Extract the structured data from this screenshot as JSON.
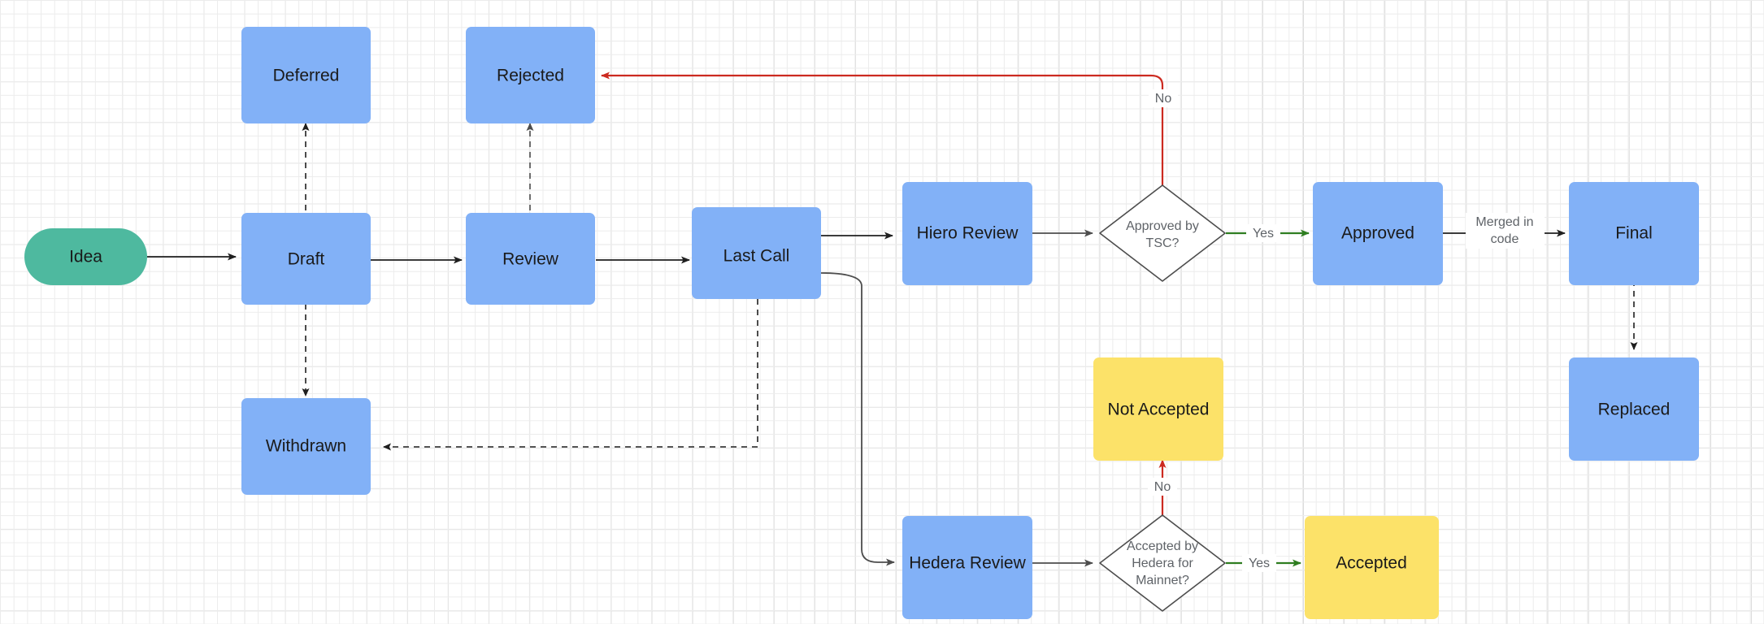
{
  "diagram": {
    "title": "HIP Process Flowchart",
    "background": {
      "grid_minor_color": "#ececec",
      "grid_major_color": "#dcdcdc",
      "page_color": "#ffffff"
    },
    "colors": {
      "blue": "#82B1F7",
      "yellow": "#FCE269",
      "green_pill": "#4EB99F",
      "red_edge": "#CC2A20",
      "green_edge": "#2E7D20",
      "dark_edge": "#1f1f1f",
      "grey_edge": "#4d4d4d",
      "diamond_fill": "#ffffff",
      "diamond_stroke": "#4d4d4d"
    },
    "nodes": [
      {
        "id": "idea",
        "label": "Idea",
        "shape": "pill",
        "color": "green_pill"
      },
      {
        "id": "deferred",
        "label": "Deferred",
        "shape": "rect",
        "color": "blue"
      },
      {
        "id": "rejected",
        "label": "Rejected",
        "shape": "rect",
        "color": "blue"
      },
      {
        "id": "draft",
        "label": "Draft",
        "shape": "rect",
        "color": "blue"
      },
      {
        "id": "review",
        "label": "Review",
        "shape": "rect",
        "color": "blue"
      },
      {
        "id": "lastcall",
        "label": "Last Call",
        "shape": "rect",
        "color": "blue"
      },
      {
        "id": "withdrawn",
        "label": "Withdrawn",
        "shape": "rect",
        "color": "blue"
      },
      {
        "id": "hieroreview",
        "label": "Hiero Review",
        "shape": "rect",
        "color": "blue"
      },
      {
        "id": "tscdecision",
        "label": "Approved by TSC?",
        "label_lines": [
          "Approved by",
          "TSC?"
        ],
        "shape": "diamond",
        "color": "diamond_fill"
      },
      {
        "id": "approved",
        "label": "Approved",
        "shape": "rect",
        "color": "blue"
      },
      {
        "id": "final",
        "label": "Final",
        "shape": "rect",
        "color": "blue"
      },
      {
        "id": "replaced",
        "label": "Replaced",
        "shape": "rect",
        "color": "blue"
      },
      {
        "id": "notaccepted",
        "label": "Not Accepted",
        "shape": "rect",
        "color": "yellow"
      },
      {
        "id": "hederareview",
        "label": "Hedera Review",
        "shape": "rect",
        "color": "blue"
      },
      {
        "id": "hederadecision",
        "label": "Accepted by Hedera for Mainnet?",
        "label_lines": [
          "Accepted by",
          "Hedera for",
          "Mainnet?"
        ],
        "shape": "diamond",
        "color": "diamond_fill"
      },
      {
        "id": "accepted",
        "label": "Accepted",
        "shape": "rect",
        "color": "yellow"
      }
    ],
    "edges": [
      {
        "from": "idea",
        "to": "draft",
        "label": "",
        "style": "solid",
        "color": "dark_edge"
      },
      {
        "from": "draft",
        "to": "deferred",
        "label": "",
        "style": "dashed",
        "color": "dark_edge"
      },
      {
        "from": "draft",
        "to": "withdrawn",
        "label": "",
        "style": "dashed",
        "color": "dark_edge"
      },
      {
        "from": "draft",
        "to": "review",
        "label": "",
        "style": "solid",
        "color": "dark_edge"
      },
      {
        "from": "review",
        "to": "rejected",
        "label": "",
        "style": "dashed",
        "color": "grey_edge"
      },
      {
        "from": "review",
        "to": "lastcall",
        "label": "",
        "style": "solid",
        "color": "dark_edge"
      },
      {
        "from": "lastcall",
        "to": "withdrawn",
        "label": "",
        "style": "dashed",
        "color": "dark_edge"
      },
      {
        "from": "lastcall",
        "to": "hieroreview",
        "label": "",
        "style": "solid",
        "color": "dark_edge"
      },
      {
        "from": "lastcall",
        "to": "hederareview",
        "label": "",
        "style": "solid",
        "color": "grey_edge"
      },
      {
        "from": "hieroreview",
        "to": "tscdecision",
        "label": "",
        "style": "solid",
        "color": "grey_edge"
      },
      {
        "from": "tscdecision",
        "to": "rejected",
        "label": "No",
        "style": "solid",
        "color": "red_edge"
      },
      {
        "from": "tscdecision",
        "to": "approved",
        "label": "Yes",
        "style": "solid",
        "color": "green_edge"
      },
      {
        "from": "approved",
        "to": "final",
        "label": "Merged in code",
        "label_lines": [
          "Merged in",
          "code"
        ],
        "style": "solid",
        "color": "dark_edge"
      },
      {
        "from": "final",
        "to": "replaced",
        "label": "",
        "style": "dashed",
        "color": "dark_edge"
      },
      {
        "from": "hederareview",
        "to": "hederadecision",
        "label": "",
        "style": "solid",
        "color": "grey_edge"
      },
      {
        "from": "hederadecision",
        "to": "notaccepted",
        "label": "No",
        "style": "solid",
        "color": "red_edge"
      },
      {
        "from": "hederadecision",
        "to": "accepted",
        "label": "Yes",
        "style": "solid",
        "color": "green_edge"
      }
    ],
    "labels": {
      "idea": "Idea",
      "deferred": "Deferred",
      "rejected": "Rejected",
      "draft": "Draft",
      "review": "Review",
      "lastcall": "Last Call",
      "withdrawn": "Withdrawn",
      "hieroreview": "Hiero Review",
      "tsc_l1": "Approved by",
      "tsc_l2": "TSC?",
      "approved": "Approved",
      "final": "Final",
      "replaced": "Replaced",
      "notaccepted": "Not Accepted",
      "hederareview": "Hedera Review",
      "hedera_l1": "Accepted by",
      "hedera_l2": "Hedera for",
      "hedera_l3": "Mainnet?",
      "accepted": "Accepted",
      "no_top": "No",
      "yes_top": "Yes",
      "merged_l1": "Merged in",
      "merged_l2": "code",
      "no_bottom": "No",
      "yes_bottom": "Yes"
    }
  }
}
